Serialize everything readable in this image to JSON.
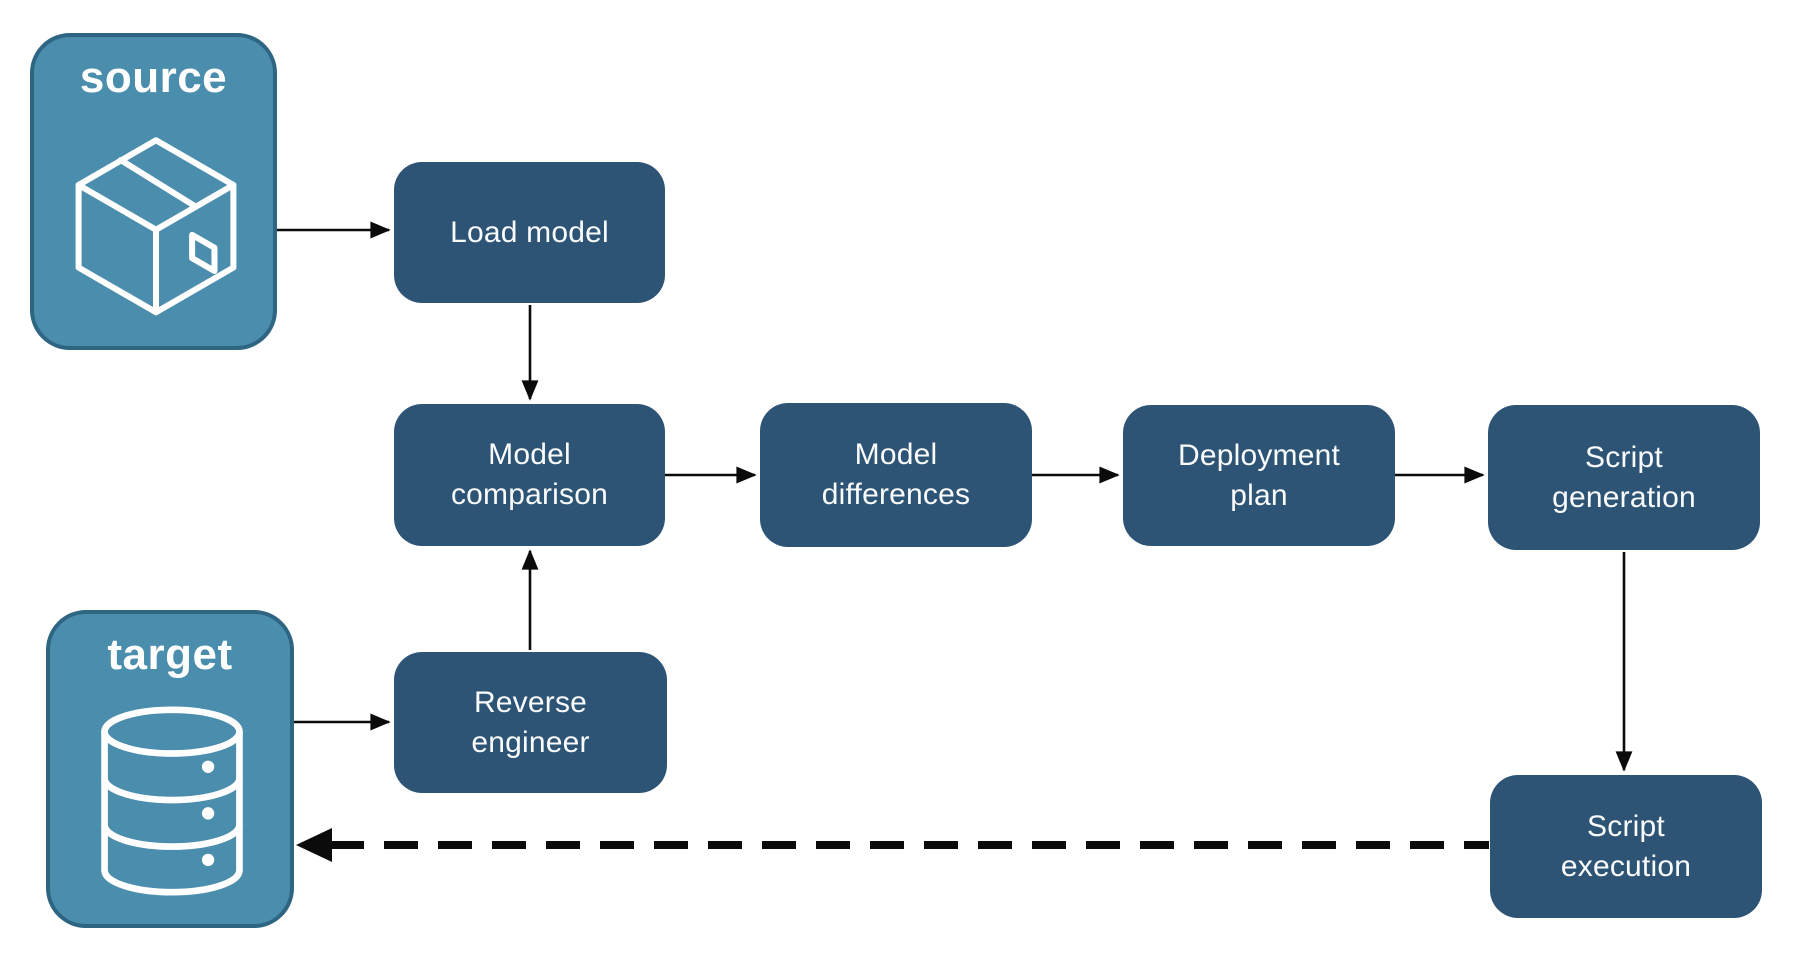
{
  "colors": {
    "background": "#FFFFFF",
    "container_fill": "#4A8DAC",
    "container_border": "#2E6583",
    "container_text": "#FFFFFF",
    "node_fill": "#2D5475",
    "node_text": "#FAFBFC",
    "arrow": "#0B0B0B"
  },
  "containers": {
    "source": {
      "label": "source",
      "icon": "package-icon"
    },
    "target": {
      "label": "target",
      "icon": "database-icon"
    }
  },
  "nodes": {
    "load_model": {
      "label": "Load model"
    },
    "model_comparison": {
      "label": "Model\ncomparison"
    },
    "model_differences": {
      "label": "Model\ndifferences"
    },
    "deployment_plan": {
      "label": "Deployment\nplan"
    },
    "script_generation": {
      "label": "Script\ngeneration"
    },
    "reverse_engineer": {
      "label": "Reverse\nengineer"
    },
    "script_execution": {
      "label": "Script\nexecution"
    }
  },
  "edges": [
    {
      "from": "source",
      "to": "load_model",
      "style": "solid"
    },
    {
      "from": "load_model",
      "to": "model_comparison",
      "style": "solid"
    },
    {
      "from": "target",
      "to": "reverse_engineer",
      "style": "solid"
    },
    {
      "from": "reverse_engineer",
      "to": "model_comparison",
      "style": "solid"
    },
    {
      "from": "model_comparison",
      "to": "model_differences",
      "style": "solid"
    },
    {
      "from": "model_differences",
      "to": "deployment_plan",
      "style": "solid"
    },
    {
      "from": "deployment_plan",
      "to": "script_generation",
      "style": "solid"
    },
    {
      "from": "script_generation",
      "to": "script_execution",
      "style": "solid"
    },
    {
      "from": "script_execution",
      "to": "target",
      "style": "dashed"
    }
  ]
}
